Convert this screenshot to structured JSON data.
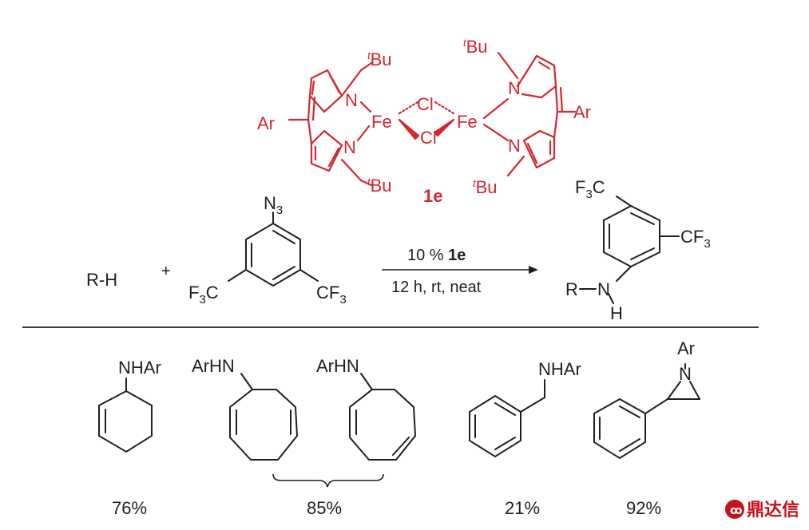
{
  "catalyst": {
    "label": "1e",
    "tBu": "Bu",
    "tBu_sup": "t",
    "ar": "Ar",
    "fe": "Fe",
    "n": "N",
    "cl": "Cl"
  },
  "reaction": {
    "substrate": "R-H",
    "plus": "+",
    "azide_group": "N",
    "azide_sub": "3",
    "cf3_left_main": "F",
    "cf3_left_sub": "3",
    "cf3_left_tail": "C",
    "cf3_right_main": "CF",
    "cf3_right_sub": "3",
    "condition_top_prefix": "10 % ",
    "condition_top_bold": "1e",
    "condition_bottom": "12 h, rt, neat",
    "product_f3c_main": "F",
    "product_f3c_sub": "3",
    "product_f3c_tail": "C",
    "product_cf3_main": "CF",
    "product_cf3_sub": "3",
    "product_r": "R",
    "product_n": "N",
    "product_h": "H"
  },
  "products": [
    {
      "label": "NHAr",
      "yield": "76%"
    },
    {
      "label": "ArHN",
      "yield": ""
    },
    {
      "label": "ArHN",
      "yield": "85%"
    },
    {
      "label": "NHAr",
      "yield": "21%"
    },
    {
      "label": "Ar",
      "ring_n": "N",
      "yield": "92%"
    }
  ],
  "watermark": {
    "text": "鼎达信"
  }
}
